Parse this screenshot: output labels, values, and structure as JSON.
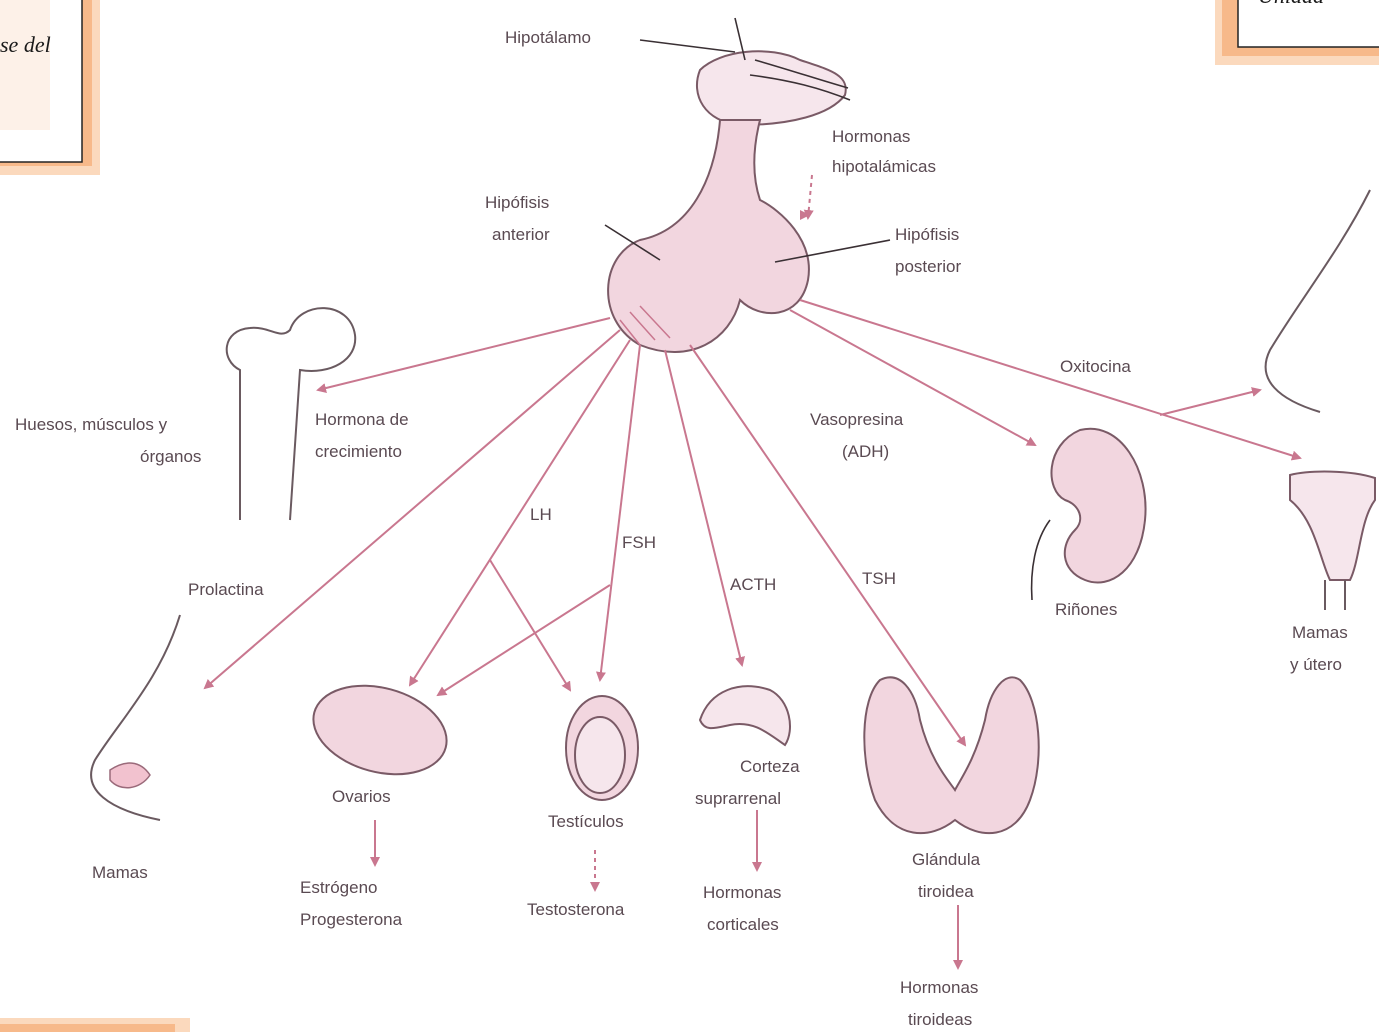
{
  "frames": {
    "top_left_text": "se del",
    "top_right_text": "Unidad"
  },
  "labels": {
    "hipotalamo": "Hipotálamo",
    "hormonas_hipotalamicas": [
      "Hormonas",
      "hipotalámicas"
    ],
    "hipofisis_anterior": [
      "Hipófisis",
      "anterior"
    ],
    "hipofisis_posterior": [
      "Hipófisis",
      "posterior"
    ],
    "oxitocina": "Oxitocina",
    "vasopresina": [
      "Vasopresina",
      "(ADH)"
    ],
    "rinones": "Riñones",
    "mamas_utero": [
      "Mamas",
      "y útero"
    ],
    "huesos": [
      "Huesos, músculos y",
      "órganos"
    ],
    "hormona_crecimiento": [
      "Hormona de",
      "crecimiento"
    ],
    "lh": "LH",
    "fsh": "FSH",
    "acth": "ACTH",
    "tsh": "TSH",
    "prolactina": "Prolactina",
    "mamas": "Mamas",
    "ovarios": "Ovarios",
    "estrogeno": [
      "Estrógeno",
      "Progesterona"
    ],
    "testiculos": "Testículos",
    "testosterona": "Testosterona",
    "corteza": [
      "Corteza",
      "suprarrenal"
    ],
    "hormonas_corticales": [
      "Hormonas",
      "corticales"
    ],
    "glandula_tiroidea": [
      "Glándula",
      "tiroidea"
    ],
    "hormonas_tiroideas": [
      "Hormonas",
      "tiroideas"
    ]
  },
  "colors": {
    "arrow": "#c9778f",
    "organ_fill": "#f2d6df",
    "frame_orange": "#f7b98a"
  }
}
